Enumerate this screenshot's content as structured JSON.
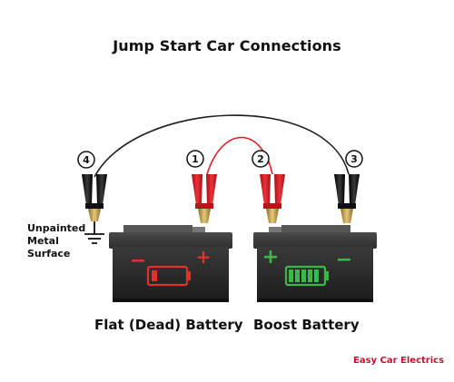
{
  "title": "Jump Start Car Connections",
  "steps": [
    "1",
    "2",
    "3",
    "4"
  ],
  "batteries": {
    "flat": {
      "label": "Flat (Dead) Battery",
      "terminal_left": "−",
      "terminal_right": "+",
      "charge_color": "#e0322a"
    },
    "boost": {
      "label": "Boost Battery",
      "terminal_left": "+",
      "terminal_right": "−",
      "charge_color": "#3cb84a"
    }
  },
  "ground": {
    "lines": [
      "Unpainted",
      "Metal",
      "Surface"
    ]
  },
  "brand": "Easy Car Electrics",
  "colors": {
    "red_cable": "#d81f26",
    "black_cable": "#1a1a1a",
    "battery_body": "#2a2a2a",
    "brand_red": "#c8102e"
  }
}
